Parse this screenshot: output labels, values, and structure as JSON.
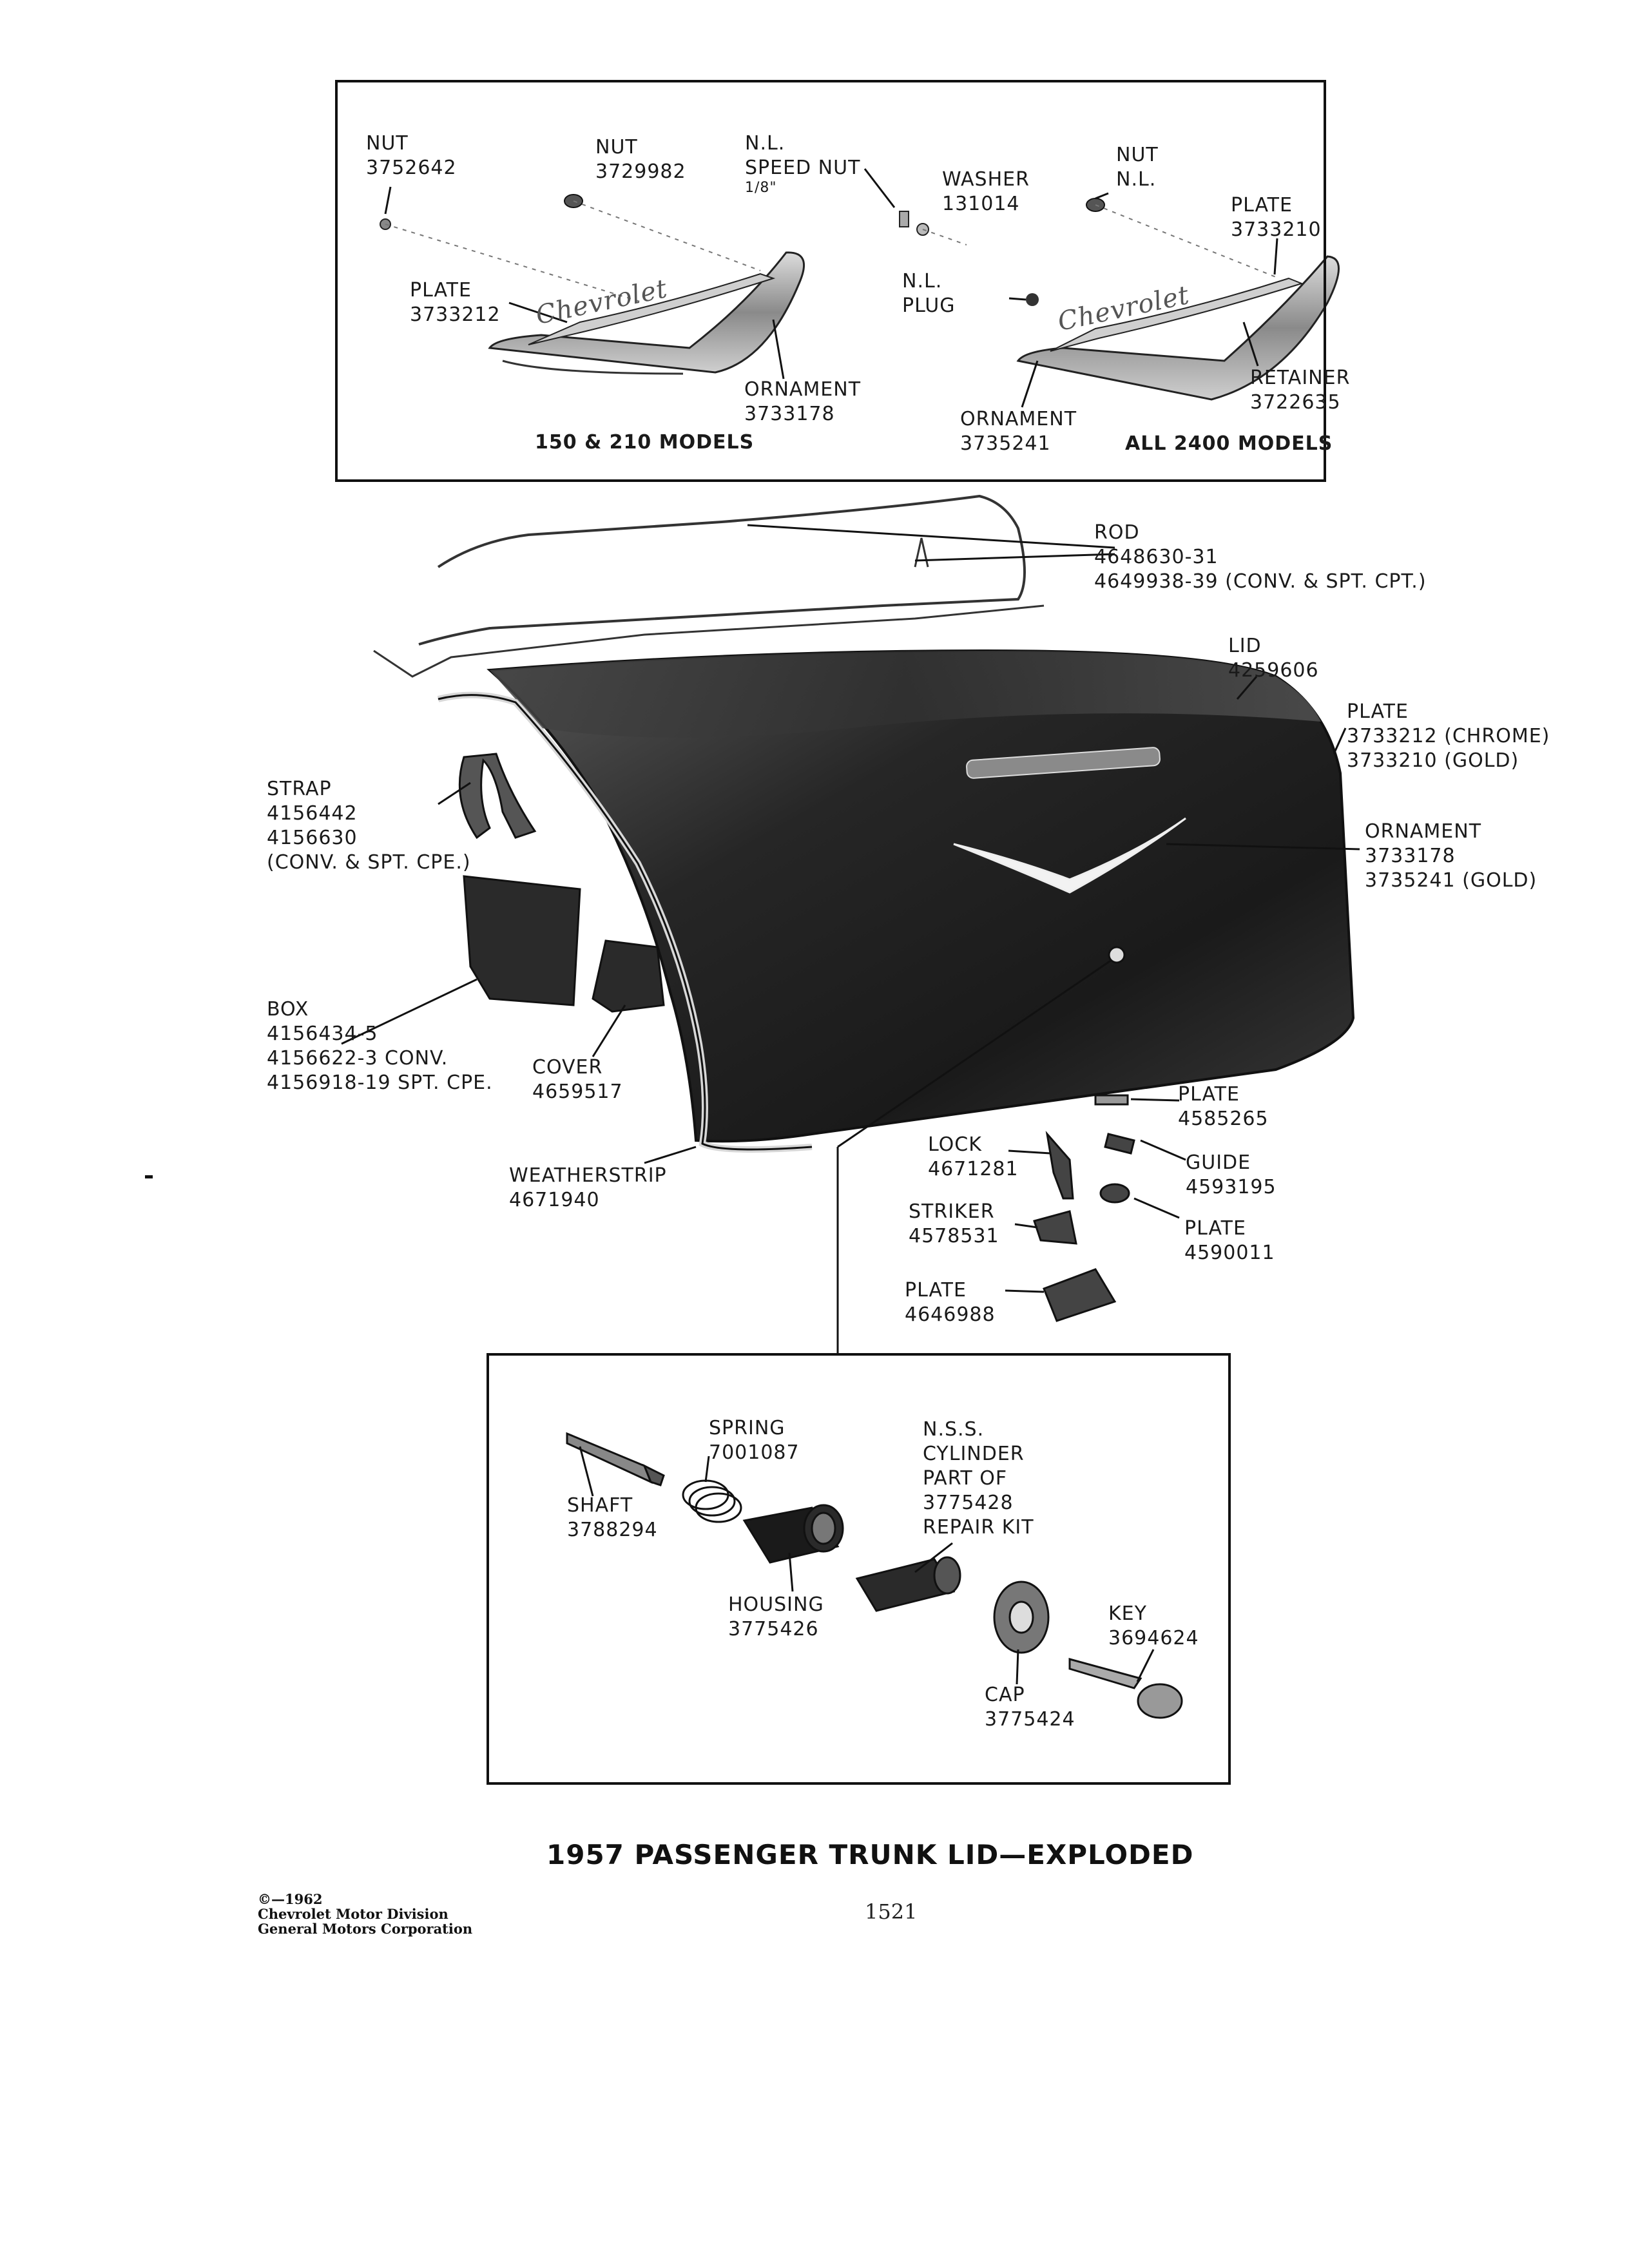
{
  "ornament_inset": {
    "nut_1": {
      "name": "NUT",
      "part": "3752642"
    },
    "nut_2": {
      "name": "NUT",
      "part": "3729982"
    },
    "speed_nut": {
      "line1": "N.L.",
      "line2": "SPEED NUT",
      "line3": "1/8\""
    },
    "washer": {
      "name": "WASHER",
      "part": "131014"
    },
    "nut_3": {
      "name": "NUT",
      "part": "N.L."
    },
    "plate_left": {
      "name": "PLATE",
      "part": "3733212"
    },
    "plate_right": {
      "name": "PLATE",
      "part": "3733210"
    },
    "plug": {
      "line1": "N.L.",
      "line2": "PLUG"
    },
    "retainer": {
      "name": "RETAINER",
      "part": "3722635"
    },
    "ornament_left": {
      "name": "ORNAMENT",
      "part": "3733178"
    },
    "ornament_right": {
      "name": "ORNAMENT",
      "part": "3735241"
    },
    "models_left": "150 & 210 MODELS",
    "models_right": "ALL 2400 MODELS"
  },
  "main_parts": {
    "rod": {
      "name": "ROD",
      "part1": "4648630-31",
      "part2": "4649938-39 (CONV. & SPT. CPT.)"
    },
    "lid": {
      "name": "LID",
      "part": "4259606"
    },
    "plate_lid": {
      "name": "PLATE",
      "part1": "3733212 (CHROME)",
      "part2": "3733210 (GOLD)"
    },
    "ornament_lid": {
      "name": "ORNAMENT",
      "part1": "3733178",
      "part2": "3735241 (GOLD)"
    },
    "strap": {
      "name": "STRAP",
      "part1": "4156442",
      "part2": "4156630",
      "part3": "(CONV. & SPT. CPE.)"
    },
    "box": {
      "name": "BOX",
      "part1": "4156434-5",
      "part2": "4156622-3 CONV.",
      "part3": "4156918-19 SPT. CPE."
    },
    "cover": {
      "name": "COVER",
      "part": "4659517"
    },
    "weatherstrip": {
      "name": "WEATHERSTRIP",
      "part": "4671940"
    },
    "plate_4585265": {
      "name": "PLATE",
      "part": "4585265"
    },
    "lock": {
      "name": "LOCK",
      "part": "4671281"
    },
    "guide": {
      "name": "GUIDE",
      "part": "4593195"
    },
    "striker": {
      "name": "STRIKER",
      "part": "4578531"
    },
    "plate_4590011": {
      "name": "PLATE",
      "part": "4590011"
    },
    "plate_4646988": {
      "name": "PLATE",
      "part": "4646988"
    }
  },
  "lock_inset": {
    "spring": {
      "name": "SPRING",
      "part": "7001087"
    },
    "cylinder": {
      "line1": "N.S.S.",
      "line2": "CYLINDER",
      "line3": "PART OF",
      "line4": "3775428",
      "line5": "REPAIR KIT"
    },
    "shaft": {
      "name": "SHAFT",
      "part": "3788294"
    },
    "housing": {
      "name": "HOUSING",
      "part": "3775426"
    },
    "key": {
      "name": "KEY",
      "part": "3694624"
    },
    "cap": {
      "name": "CAP",
      "part": "3775424"
    }
  },
  "caption": "1957 PASSENGER TRUNK LID—EXPLODED",
  "copyright": {
    "line1": "©—1962",
    "line2": "Chevrolet Motor Division",
    "line3": "General Motors Corporation"
  },
  "page_number": "1521",
  "emblem_script": "Chevrolet"
}
